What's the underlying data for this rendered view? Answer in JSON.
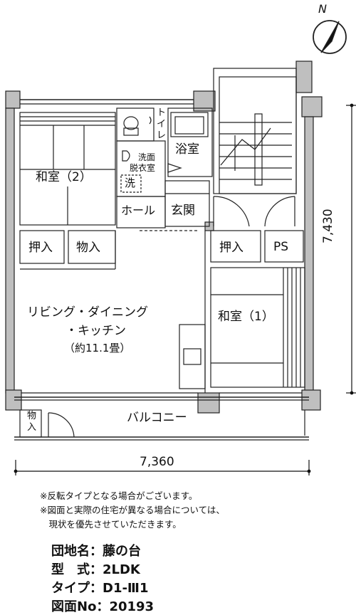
{
  "compass": {
    "north": "N"
  },
  "rooms": {
    "washitsu2": "和室（2）",
    "washitsu1": "和室（1）",
    "toilet_chars": [
      "ト",
      "イ",
      "レ"
    ],
    "washroom_line1": "洗面",
    "washroom_line2": "脱衣室",
    "washer": "洗",
    "bath": "浴室",
    "hall": "ホール",
    "entrance": "玄関",
    "closet_left_1": "押入",
    "closet_left_2": "物入",
    "closet_right": "押入",
    "ps": "PS",
    "ldk_line1": "リビング・ダイニング",
    "ldk_line2": "・キッチン",
    "ldk_line3": "（約11.1畳）",
    "balcony": "バルコニー",
    "balcony_storage": [
      "物",
      "入"
    ]
  },
  "dimensions": {
    "width": "7,360",
    "depth": "7,430"
  },
  "notes": [
    "※反転タイプとなる場合がございます。",
    "※図面と実際の住宅が異なる場合については、",
    "　現状を優先させていただきます。"
  ],
  "info": [
    {
      "label": "団地名：",
      "value": "藤の台"
    },
    {
      "label": "型　式：",
      "value": "2LDK"
    },
    {
      "label": "タイプ：",
      "value": "D1-Ⅲ1"
    },
    {
      "label": "図面No：",
      "value": "20193"
    }
  ]
}
